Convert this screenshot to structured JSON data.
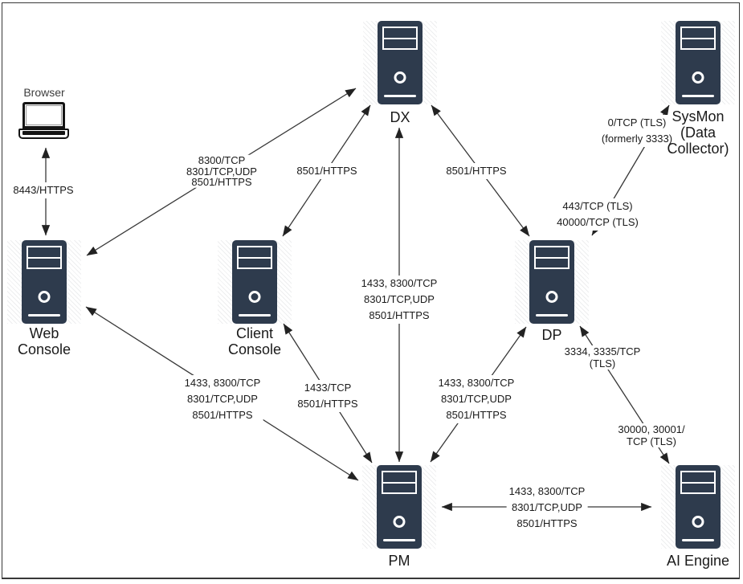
{
  "nodes": {
    "browser": {
      "label": "Browser"
    },
    "dx": {
      "label": "DX"
    },
    "sysmon": {
      "label": "SysMon\n(Data\nCollector)"
    },
    "web_console": {
      "label": "Web\nConsole"
    },
    "client_console": {
      "label": "Client\nConsole"
    },
    "dp": {
      "label": "DP"
    },
    "pm": {
      "label": "PM"
    },
    "ai_engine": {
      "label": "AI Engine"
    }
  },
  "edges": {
    "browser_web_console": {
      "label": "8443/HTTPS"
    },
    "web_console_dx": {
      "label": "8300/TCP\n8301/TCP,UDP\n8501/HTTPS"
    },
    "client_console_dx": {
      "label": "8501/HTTPS"
    },
    "dx_dp": {
      "label": "8501/HTTPS"
    },
    "sysmon_dp": {
      "label_to_sysmon": "0/TCP (TLS)\n(formerly 3333)",
      "label_to_dp": "443/TCP (TLS)\n40000/TCP (TLS)"
    },
    "dx_pm": {
      "label": "1433, 8300/TCP\n8301/TCP,UDP\n8501/HTTPS"
    },
    "web_console_pm": {
      "label": "1433, 8300/TCP\n8301/TCP,UDP\n8501/HTTPS"
    },
    "client_console_pm": {
      "label": "1433/TCP\n8501/HTTPS"
    },
    "dp_pm": {
      "label": "1433, 8300/TCP\n8301/TCP,UDP\n8501/HTTPS"
    },
    "dp_ai_engine": {
      "label_upper": "3334, 3335/TCP\n(TLS)",
      "label_lower": "30000, 30001/\nTCP (TLS)"
    },
    "pm_ai_engine": {
      "label": "1433, 8300/TCP\n8301/TCP,UDP\n8501/HTTPS"
    }
  },
  "colors": {
    "server_body": "#2e3b4d",
    "connector": "#383838",
    "text_primary": "#1a1a1a",
    "label_muted": "#3d3d3d"
  }
}
